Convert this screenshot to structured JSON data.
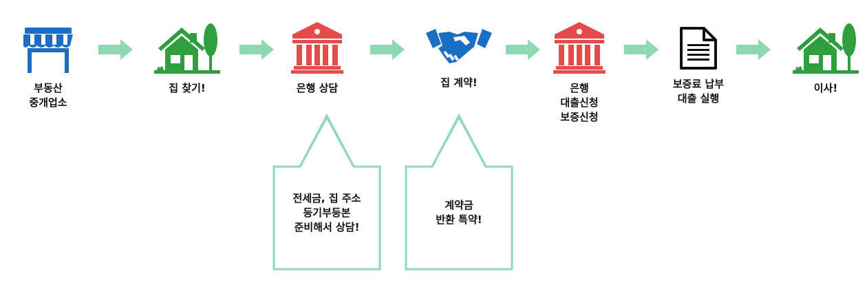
{
  "colors": {
    "store": "#1a6fc4",
    "house": "#2e9e3f",
    "bank": "#e54b4b",
    "handshake": "#1a6fc4",
    "document": "#111111",
    "arrow": "#8ed8b4",
    "callout_border": "#8ed8b4"
  },
  "steps": [
    {
      "icon": "store-icon",
      "label": "부동산\n중개업소"
    },
    {
      "icon": "house-icon",
      "label": "집 찾기!"
    },
    {
      "icon": "bank-icon",
      "label": "은행 상담"
    },
    {
      "icon": "handshake-icon",
      "label": "집 계약!"
    },
    {
      "icon": "bank-icon",
      "label": "은행\n대출신청\n보증신청"
    },
    {
      "icon": "document-icon",
      "label": "보증료 납부\n대출 실행"
    },
    {
      "icon": "house-icon",
      "label": "이사!"
    }
  ],
  "callouts": [
    {
      "target": "은행 상담",
      "text": "전세금, 집 주소\n등기부등본\n준비해서 상담!"
    },
    {
      "target": "집 계약!",
      "text": "계약금\n반환 특약!"
    }
  ]
}
